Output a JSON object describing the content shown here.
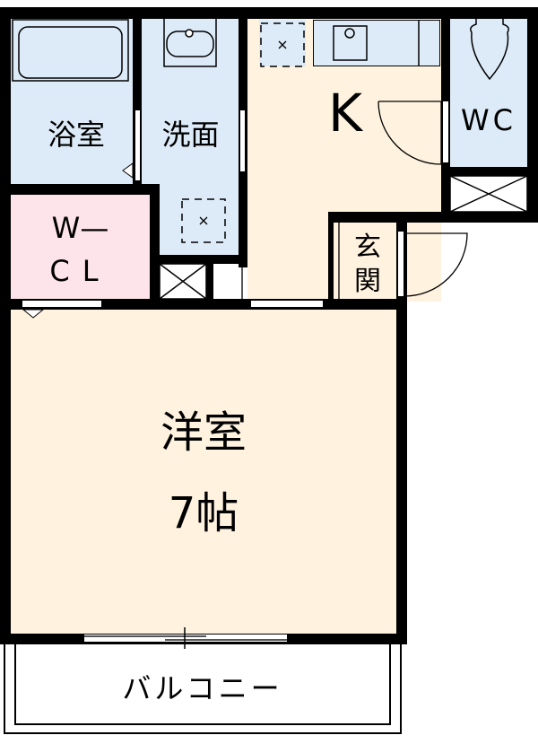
{
  "floor_plan": {
    "colors": {
      "wet_area": "#DDEBF8",
      "living_area": "#FFF2DF",
      "closet": "#FDE3EA",
      "wall": "#000000",
      "background": "#FFFFFF"
    },
    "rooms": {
      "bath": {
        "label": "浴室"
      },
      "washroom": {
        "label": "洗面"
      },
      "kitchen": {
        "label": "K"
      },
      "wc": {
        "label": "WC"
      },
      "closet": {
        "label_line1": "W—",
        "label_line2": "CL"
      },
      "entrance": {
        "label_line1": "玄",
        "label_line2": "関"
      },
      "western_room": {
        "label_line1": "洋室",
        "label_line2": "7帖"
      },
      "balcony": {
        "label": "バルコニー"
      }
    }
  }
}
